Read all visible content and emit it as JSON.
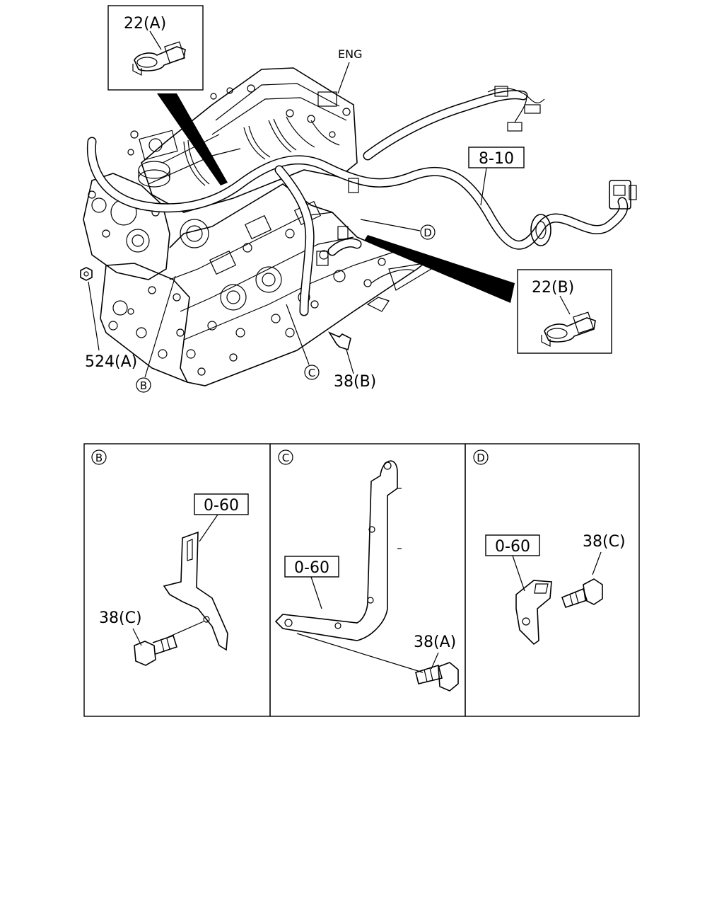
{
  "labels": {
    "eng": "ENG",
    "part_22a": "22(A)",
    "part_22b": "22(B)",
    "part_8_10": "8-10",
    "part_524a": "524(A)",
    "part_38b": "38(B)",
    "part_38c_b": "38(C)",
    "part_38c_d": "38(C)",
    "part_38a": "38(A)",
    "ref_0_60_b": "0-60",
    "ref_0_60_c": "0-60",
    "ref_0_60_d": "0-60"
  },
  "callouts": {
    "b": "B",
    "c": "C",
    "d": "D"
  },
  "panels": [
    {
      "id": "B",
      "label": "B"
    },
    {
      "id": "C",
      "label": "C"
    },
    {
      "id": "D",
      "label": "D"
    }
  ]
}
